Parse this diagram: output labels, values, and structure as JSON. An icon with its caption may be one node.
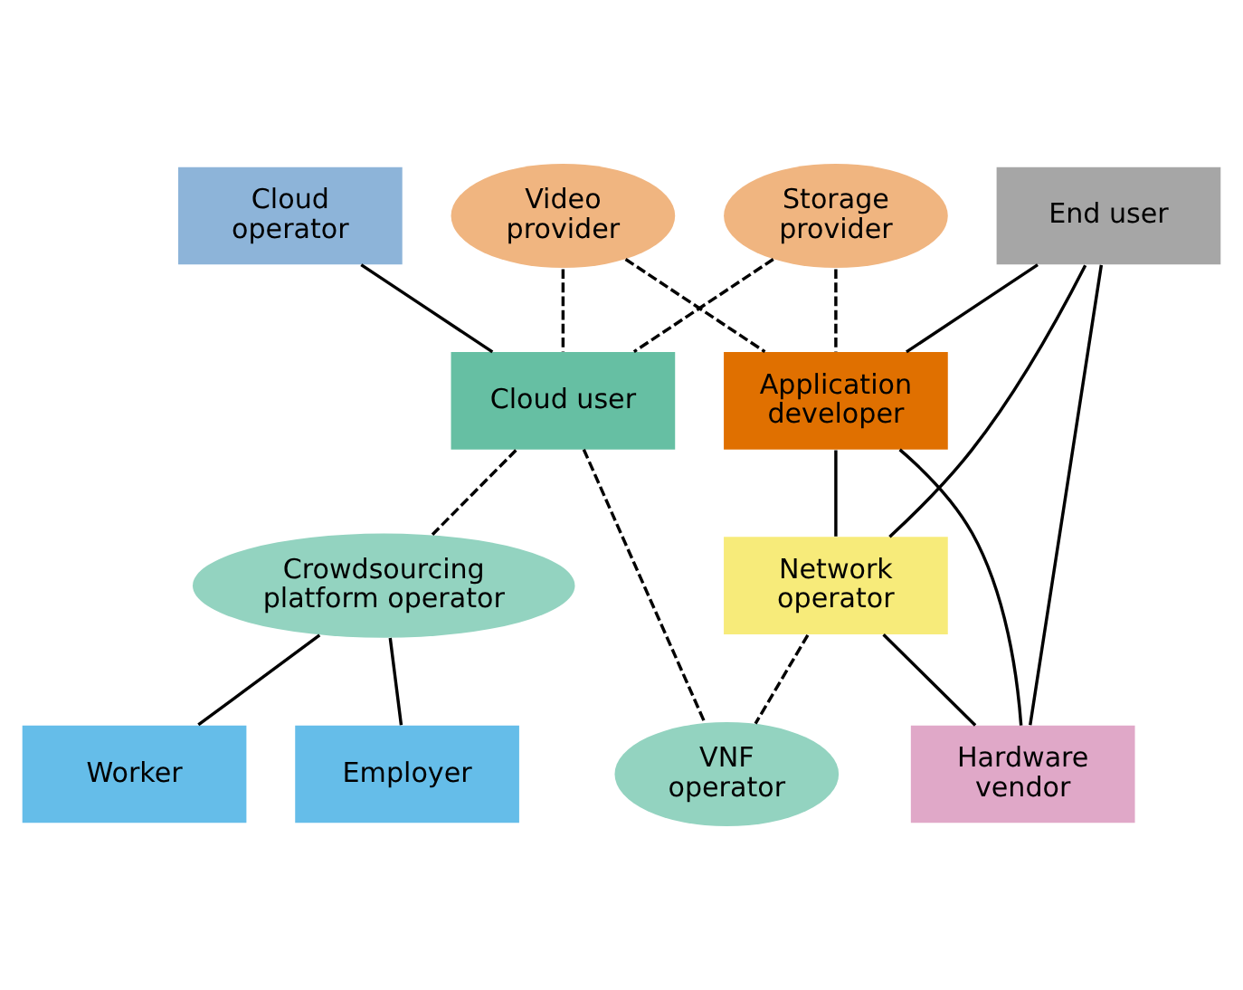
{
  "diagram": {
    "nodes": [
      {
        "text": [
          "Cloud operator"
        ]
      },
      {
        "text": [
          "Storage provider"
        ]
      },
      {
        "text": [
          "Video provider"
        ]
      },
      {
        "text": [
          "End user"
        ]
      },
      {
        "text": [
          "Cloud user"
        ]
      },
      {
        "text": [
          "Application developer"
        ]
      },
      {
        "text": [
          "Crowdsourcing platform operator"
        ]
      },
      {
        "text": [
          "Network operator"
        ]
      },
      {
        "text": [
          "Worker"
        ]
      },
      {
        "text": [
          "Employer"
        ]
      },
      {
        "text": [
          "VNF operator"
        ]
      },
      {
        "text": [
          "Hardware vendor"
        ]
      }
    ],
    "edges": [
      {
        "from": 0,
        "to": 4,
        "arrow": "none"
      },
      {
        "from": 1,
        "to": 4,
        "arrow": "none",
        "style": "dashed"
      },
      {
        "from": 1,
        "to": 5,
        "arrow": "none",
        "style": "dashed"
      },
      {
        "from": 2,
        "to": 4,
        "arrow": "none",
        "style": "dashed"
      },
      {
        "from": 2,
        "to": 5,
        "arrow": "none",
        "style": "dashed"
      },
      {
        "from": 3,
        "to": 5,
        "arrow": "none"
      },
      {
        "from": 3,
        "to": 7,
        "arrow": "none"
      },
      {
        "from": 3,
        "to": 11,
        "arrow": "none"
      },
      {
        "from": 4,
        "to": 6,
        "arrow": "none",
        "style": "dashed"
      },
      {
        "from": 4,
        "to": 10,
        "arrow": "none",
        "style": "dashed"
      },
      {
        "from": 5,
        "to": 7,
        "arrow": "none"
      },
      {
        "from": 5,
        "to": 11,
        "arrow": "none"
      },
      {
        "from": 6,
        "to": 8,
        "arrow": "none"
      },
      {
        "from": 6,
        "to": 9,
        "arrow": "none"
      },
      {
        "from": 7,
        "to": 10,
        "arrow": "none",
        "style": "dashed"
      },
      {
        "from": 7,
        "to": 11,
        "arrow": "none"
      }
    ]
  }
}
